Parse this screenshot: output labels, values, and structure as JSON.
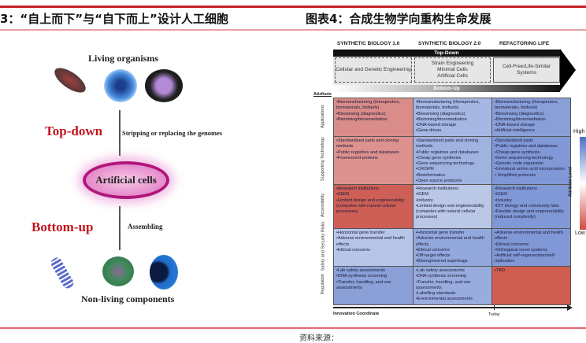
{
  "titles": {
    "left": "3：“自上而下”与“自下而上”设计人工细胞",
    "right": "图表4：合成生物学向重构生命发展"
  },
  "left_figure": {
    "living": "Living organisms",
    "top_down": "Top-down",
    "stripping": "Stripping or replacing the genomes",
    "artificial": "Artificial cells",
    "bottom_up": "Bottom-up",
    "assembling": "Assembling",
    "nonliving": "Non-living components"
  },
  "right_figure": {
    "eras": [
      "SYNTHETIC BIOLOGY 1.0",
      "SYNTHETIC BIOLOGY 2.0",
      "REFACTORING LIFE"
    ],
    "top_down": "Top-Down",
    "bottom_up": "Bottom-Up",
    "stages": [
      "Cellular and Genetic Engineering",
      "Strain Engineering\nMinimal Cells\nArtificial Cells",
      "Cell-Free/Life-Similar Systems"
    ],
    "attribute": "Attribute",
    "legend": {
      "high": "High",
      "low": "Low",
      "label": "Attribute Level"
    },
    "x_axis": "Innovation Coordinate",
    "today": "Today",
    "rows": [
      {
        "label": "Applications",
        "colors": [
          "#d98c89",
          "#a5b7e2",
          "#889fd8"
        ],
        "cells": [
          [
            "•Biomanufacturing (therapeutics, biomaterials, biofuels)",
            "•Biosensing (diagnostics)",
            "•Biomining/bioremediation"
          ],
          [
            "•Biomanufacturing (therapeutics, biomaterials, biofuels)",
            "•Biosensing (diagnostics)",
            "•Biomining/bioremediation",
            "•DNA-based storage",
            "•Gene drives"
          ],
          [
            "•Biomanufacturing (therapeutics, biomaterials, biofuels)",
            "•Biosensing (diagnostics)",
            "•Biomining/bioremediation",
            "•DNA-based storage",
            "•Artificial intelligence"
          ]
        ]
      },
      {
        "label": "Supporting Technology",
        "colors": [
          "#dd928f",
          "#a0b3e0",
          "#8098d5"
        ],
        "cells": [
          [
            "•Standardized parts and cloning methods",
            "•Public registries and databases",
            "•Fluorescent proteins"
          ],
          [
            "•Standardized parts and cloning methods",
            "•Public registries and databases",
            "•Cheap gene synthesis",
            "•Gene sequencing technology",
            "•CRISPR",
            "•Bioinformatics",
            "•Open source protocols"
          ],
          [
            "•Standardized parts",
            "•Public registries and databases",
            "•Cheap gene synthesis",
            "•Gene sequencing technology",
            "•Genetic code expansion",
            "•Unnatural amino acid incorporation",
            "• Simplified protocols"
          ]
        ]
      },
      {
        "label": "Accessibility",
        "colors": [
          "#cd5f56",
          "#bac7e7",
          "#8098d5"
        ],
        "cells": [
          [
            "•Research institutions",
            "•iGEM",
            "•Limited design and engineerability (competes with natural cellular processes)"
          ],
          [
            "•Research institutions",
            "•iGEM",
            "•Industry",
            "•Limited design and engineerability (competes with natural cellular processes)"
          ],
          [
            "•Research institutions",
            "•iGEM",
            "•Industry",
            "•DIY biology and community labs",
            "•Flexible design and engineerability (reduced complexity)"
          ]
        ]
      },
      {
        "label": "Safety and Security Risks",
        "colors": [
          "#b7c5e8",
          "#93a8dc",
          "#8098d5"
        ],
        "cells": [
          [
            "•Horizontal gene transfer",
            "•Adverse environmental and health effects",
            "•Ethical concerns"
          ],
          [
            "•Horizontal gene transfer",
            "•Adverse environmental and health effects",
            "•Ethical concerns",
            "•Off-target effects",
            "•Bioengineered superbugs"
          ],
          [
            "•Adverse environmental and health effects",
            "•Ethical concerns",
            "•Orthogonal novel systems",
            "•Artificial self-regeneration/self-replication"
          ]
        ]
      },
      {
        "label": "Regulation",
        "colors": [
          "#8aa0d6",
          "#98acde",
          "#cf5d51"
        ],
        "cells": [
          [
            "•Lab safety assessments",
            "•DNA synthesis screening",
            "•Transfer, handling, and use assessments"
          ],
          [
            "•Lab safety assessments",
            "•DNA synthesis screening",
            "•Transfer, handling, and use assessments",
            "•Labelling standards",
            "•Environmental assessments"
          ],
          [
            "•TBD"
          ]
        ]
      }
    ]
  },
  "footer": "资料来源："
}
